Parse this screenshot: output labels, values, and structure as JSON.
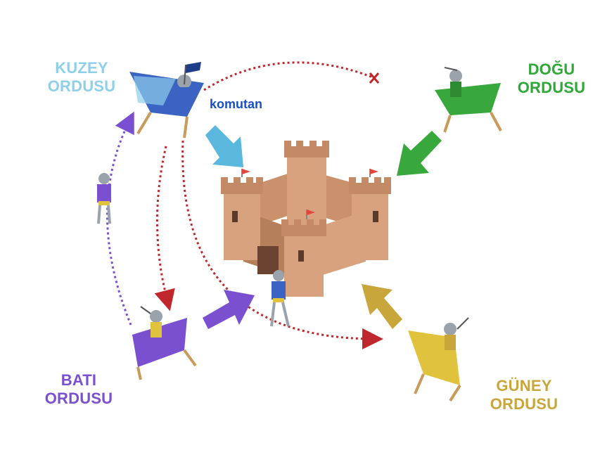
{
  "labels": {
    "north": {
      "line1": "KUZEY",
      "line2": "ORDUSU",
      "color": "#8ecfe9"
    },
    "east": {
      "line1": "DOĞU",
      "line2": "ORDUSU",
      "color": "#2ea836"
    },
    "west": {
      "line1": "BATI",
      "line2": "ORDUSU",
      "color": "#7a4fd0"
    },
    "south": {
      "line1": "GÜNEY",
      "line2": "ORDUSU",
      "color": "#c9a63c"
    },
    "commander": {
      "text": "komutan",
      "color": "#1a4fc4"
    }
  },
  "colors": {
    "messenger_line": "#c0272d",
    "return_line": "#7a4fd0",
    "castle_wall": "#d9a27e",
    "castle_dark": "#b57f5c",
    "flag": "#e0463c"
  },
  "icons": {
    "north_knight": "blue-knight-icon",
    "east_knight": "green-knight-icon",
    "west_knight": "purple-knight-icon",
    "south_knight": "yellow-knight-icon",
    "purple_messenger": "purple-messenger-icon",
    "blue_messenger": "blue-messenger-icon",
    "castle": "castle-icon",
    "fail_mark": "x-mark-icon"
  }
}
